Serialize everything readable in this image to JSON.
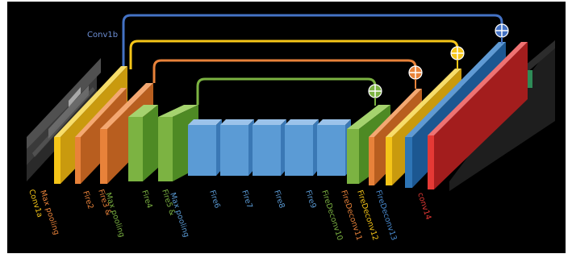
{
  "colors": {
    "background": "#000000",
    "frame": "#ffffff",
    "yellow": "#f5c518",
    "orange": "#e8823a",
    "green": "#7cb342",
    "blue": "#5b9bd5",
    "deep_blue": "#2e75b6",
    "red": "#e53935",
    "skip_blue": "#4472c4"
  },
  "skip_connections": [
    {
      "label": "Conv1b",
      "color": "skip_blue",
      "symbol": "plus-circle-icon"
    },
    {
      "label": "",
      "color": "yellow",
      "symbol": "plus-circle-icon"
    },
    {
      "label": "",
      "color": "orange",
      "symbol": "plus-circle-icon"
    },
    {
      "label": "",
      "color": "green",
      "symbol": "plus-circle-icon"
    }
  ],
  "layers": [
    {
      "label": "Conv1a",
      "color": "yellow"
    },
    {
      "label": "Max pooling",
      "color": "orange"
    },
    {
      "label": "Fire2",
      "color": "orange"
    },
    {
      "label": "Fire3 &",
      "color": "orange"
    },
    {
      "label": "Max pooling",
      "color": "green"
    },
    {
      "label": "Fire4",
      "color": "green"
    },
    {
      "label": "Fire5 &",
      "color": "green"
    },
    {
      "label": "Max pooling",
      "color": "blue"
    },
    {
      "label": "Fire6",
      "color": "blue"
    },
    {
      "label": "Fire7",
      "color": "blue"
    },
    {
      "label": "Fire8",
      "color": "blue"
    },
    {
      "label": "Fire9",
      "color": "blue"
    },
    {
      "label": "FireDeconv10",
      "color": "green"
    },
    {
      "label": "FireDeconv11",
      "color": "orange"
    },
    {
      "label": "FireDeconv12",
      "color": "yellow"
    },
    {
      "label": "FireDeconv13",
      "color": "deep_blue"
    },
    {
      "label": "conv14",
      "color": "red"
    }
  ],
  "input_image": {
    "description_icon": "lidar-input-image"
  },
  "output_image": {
    "description_icon": "segmentation-output-image"
  }
}
